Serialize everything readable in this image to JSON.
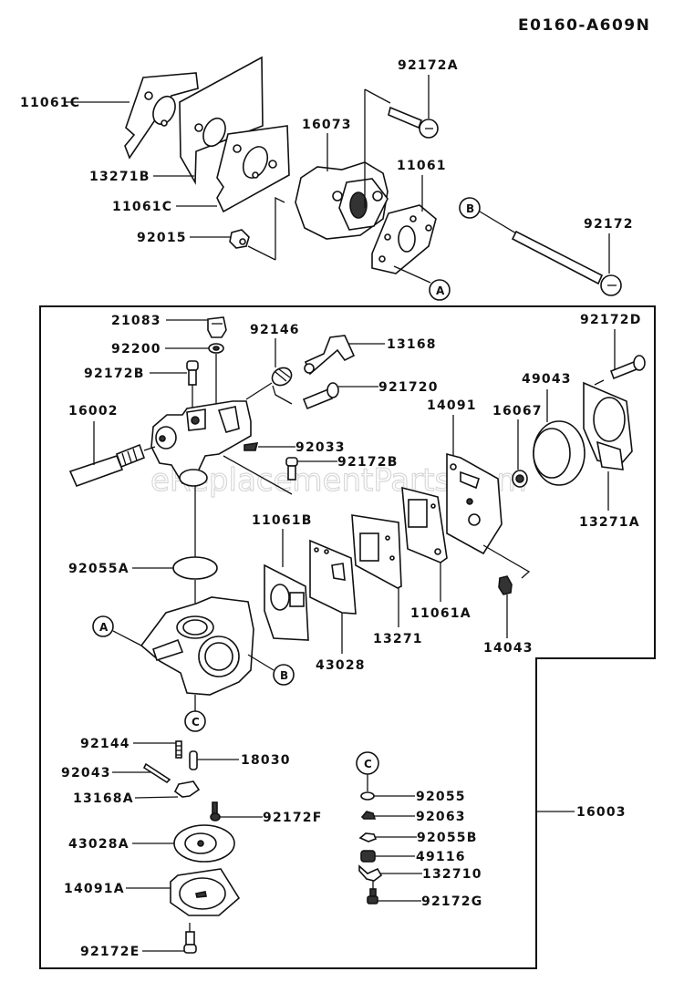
{
  "diagram": {
    "code": "E0160-A609N",
    "watermark": "eReplacementParts.com",
    "assembly_label": "16003",
    "labels": {
      "l_11061C_top": "11061C",
      "l_13271B": "13271B",
      "l_11061C_bot": "11061C",
      "l_92015": "92015",
      "l_16073": "16073",
      "l_92172A": "92172A",
      "l_11061": "11061",
      "l_92172": "92172",
      "l_21083": "21083",
      "l_92200": "92200",
      "l_92172B_top": "92172B",
      "l_92146": "92146",
      "l_13168": "13168",
      "l_921720": "921720",
      "l_16002": "16002",
      "l_92033": "92033",
      "l_92172B_mid": "92172B",
      "l_92172D": "92172D",
      "l_49043": "49043",
      "l_14091": "14091",
      "l_16067": "16067",
      "l_13271A": "13271A",
      "l_92055A": "92055A",
      "l_11061B": "11061B",
      "l_13271": "13271",
      "l_43028": "43028",
      "l_11061A": "11061A",
      "l_14043": "14043",
      "l_92144": "92144",
      "l_18030": "18030",
      "l_92043": "92043",
      "l_13168A": "13168A",
      "l_92172F": "92172F",
      "l_43028A": "43028A",
      "l_14091A": "14091A",
      "l_92172E": "92172E",
      "l_92055": "92055",
      "l_92063": "92063",
      "l_92055B": "92055B",
      "l_49116": "49116",
      "l_132710": "132710",
      "l_92172G": "92172G"
    },
    "refs": {
      "ref_A_top": "A",
      "ref_B_top": "B",
      "ref_A_body": "A",
      "ref_B_body": "B",
      "ref_C_body": "C",
      "ref_C_list": "C"
    }
  }
}
